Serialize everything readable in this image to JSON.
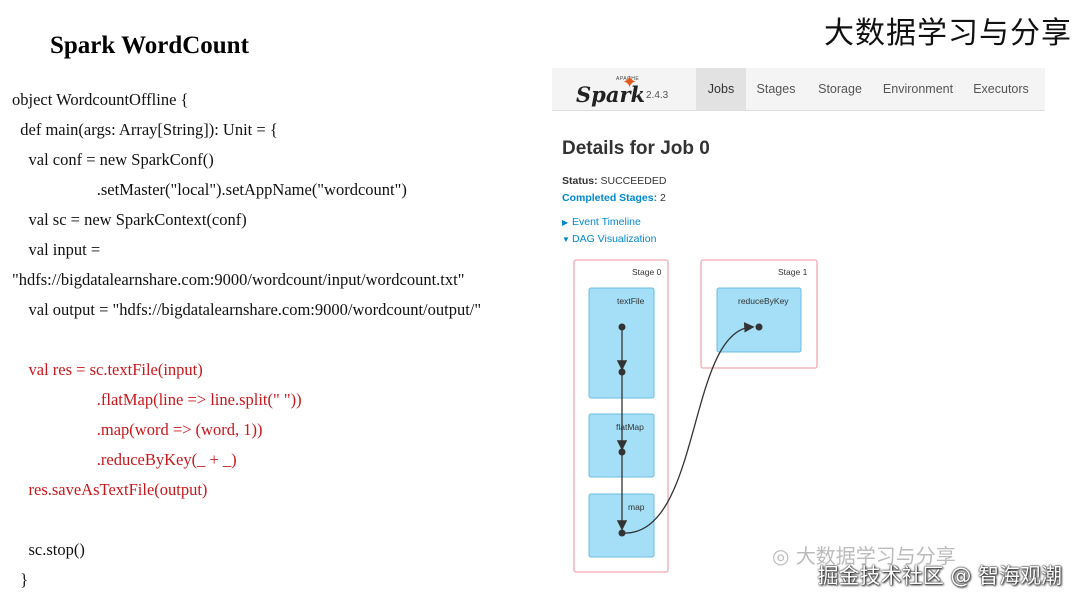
{
  "brand": "大数据学习与分享",
  "slide_title": "Spark WordCount",
  "code": {
    "line1": "object WordcountOffline {",
    "line2": "  def main(args: Array[String]): Unit = {",
    "line3": "    val conf = new SparkConf()",
    "line4": "      .setMaster(\"local\").setAppName(\"wordcount\")",
    "line5": "    val sc = new SparkContext(conf)",
    "line6": "    val input =",
    "line7": "\"hdfs://bigdatalearnshare.com:9000/wordcount/input/wordcount.txt\"",
    "line8": "    val output = \"hdfs://bigdatalearnshare.com:9000/wordcount/output/\"",
    "line9": "    val res = sc.textFile(input)",
    "line10": "      .flatMap(line => line.split(\" \"))",
    "line11": "      .map(word => (word, 1))",
    "line12": "      .reduceByKey(_ + _)",
    "line13": "    res.saveAsTextFile(output)",
    "line14": "    sc.stop()",
    "line15": "  }"
  },
  "spark_ui": {
    "logo_text": "Spark",
    "logo_apache": "APACHE",
    "version": "2.4.3",
    "tabs": [
      "Jobs",
      "Stages",
      "Storage",
      "Environment",
      "Executors"
    ],
    "active_tab": "Jobs",
    "title": "Details for Job 0",
    "status_label": "Status:",
    "status_value": "SUCCEEDED",
    "completed_label": "Completed Stages:",
    "completed_value": "2",
    "event_timeline": "Event Timeline",
    "dag_visualization": "DAG Visualization",
    "dag": {
      "stage0": {
        "label": "Stage 0",
        "ops": [
          "textFile",
          "flatMap",
          "map"
        ]
      },
      "stage1": {
        "label": "Stage 1",
        "ops": [
          "reduceByKey"
        ]
      }
    }
  },
  "watermark": "掘金技术社区 @ 智海观潮",
  "wechat_mark": "大数据学习与分享",
  "colors": {
    "code_red": "#c8171b",
    "link_blue": "#0088cc",
    "op_fill": "#a4dff7",
    "stage_border": "#f0a8b4"
  }
}
